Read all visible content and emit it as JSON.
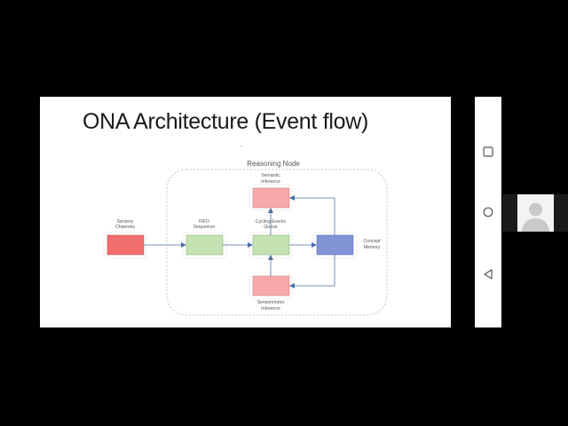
{
  "slide": {
    "title": "ONA Architecture (Event flow)",
    "diagram": {
      "container_label": "Reasoning Node",
      "nodes": {
        "sensory": {
          "label_1": "Sensory",
          "label_2": "Channels",
          "color": "#f26d6d"
        },
        "fifo": {
          "label_1": "FIFO",
          "label_2": "Sequencer",
          "color": "#c5e2b3"
        },
        "cycling": {
          "label_1": "Cycling Events",
          "label_2": "Queue",
          "color": "#c5e2b3"
        },
        "concept": {
          "label_1": "Concept",
          "label_2": "Memory",
          "color": "#8094d6"
        },
        "semantic": {
          "label_1": "Semantic",
          "label_2": "Inference",
          "color": "#f7a9a9"
        },
        "sensorimotor": {
          "label_1": "Sensorimotor",
          "label_2": "Inference",
          "color": "#f7a9a9"
        }
      },
      "arrow_color": "#4a6fa8"
    }
  },
  "navbar": {
    "buttons": [
      {
        "name": "recents-button",
        "icon": "square-icon"
      },
      {
        "name": "home-button",
        "icon": "circle-icon"
      },
      {
        "name": "back-button",
        "icon": "triangle-back-icon"
      }
    ]
  },
  "video": {
    "avatar_icon": "person-avatar-icon"
  }
}
